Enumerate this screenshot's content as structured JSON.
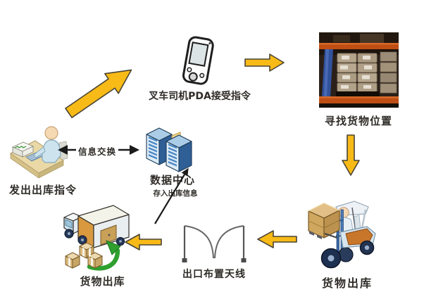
{
  "colors": {
    "background": "#ffffff",
    "arrow_yellow": "#f7ba16",
    "arrow_outline": "#4a4436",
    "connector_black": "#1b1b1b",
    "green_arrow": "#2fa02f",
    "text": "#2f2c28"
  },
  "nodes": {
    "issue_order": {
      "label": "发出出库指令",
      "icon": "operator-desk-icon"
    },
    "pda": {
      "label": "叉车司机PDA接受指令",
      "icon": "pda-icon"
    },
    "find_location": {
      "label": "寻找货物位置",
      "icon": "warehouse-photo"
    },
    "data_center": {
      "label": "数据中心",
      "sublabel": "存入出库信息",
      "icon": "server-rack-icon"
    },
    "info_exchange": {
      "label": "信息交换"
    },
    "forklift_out": {
      "label": "货物出库",
      "icon": "forklift-icon"
    },
    "exit_antenna": {
      "label": "出口布置天线",
      "icon": "gate-antenna-icon"
    },
    "truck_out": {
      "label": "货物出库",
      "icon": "truck-icon"
    }
  },
  "flows": [
    {
      "from": "issue_order",
      "to": "pda",
      "style": "yellow-block-arrow",
      "direction": "up-right"
    },
    {
      "from": "pda",
      "to": "find_location",
      "style": "yellow-block-arrow",
      "direction": "right"
    },
    {
      "from": "find_location",
      "to": "forklift_out",
      "style": "yellow-block-arrow",
      "direction": "down"
    },
    {
      "from": "forklift_out",
      "to": "exit_antenna",
      "style": "yellow-block-arrow",
      "direction": "left"
    },
    {
      "from": "exit_antenna",
      "to": "truck_out",
      "style": "yellow-block-arrow",
      "direction": "left"
    },
    {
      "from": "issue_order",
      "to": "data_center",
      "style": "black-double-arrow",
      "label": "信息交换"
    },
    {
      "from": "exit_antenna",
      "to": "data_center",
      "style": "black-arrow",
      "label": "存入出库信息"
    }
  ]
}
